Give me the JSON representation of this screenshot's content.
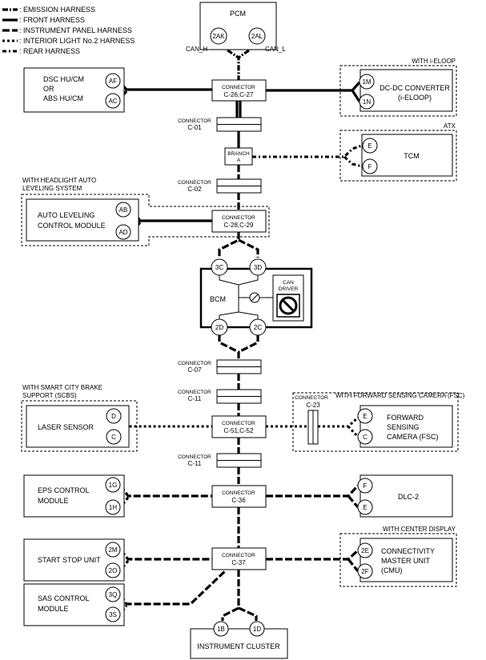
{
  "legend": [
    {
      "id": "emi",
      "label": ": EMISSION HARNESS"
    },
    {
      "id": "front",
      "label": ": FRONT HARNESS"
    },
    {
      "id": "ip",
      "label": ": INSTRUMENT PANEL HARNESS"
    },
    {
      "id": "int",
      "label": ": INTERIOR LIGHT No.2 HARNESS"
    },
    {
      "id": "rear",
      "label": ": REAR HARNESS"
    }
  ],
  "pcm": {
    "name": "PCM",
    "pin_h": "2AK",
    "pin_l": "2AL",
    "can_h": "CAN_H",
    "can_l": "CAN_L"
  },
  "dsc": {
    "line1": "DSC HU/CM",
    "line2": "OR",
    "line3": "ABS HU/CM",
    "pin1": "AF",
    "pin2": "AC"
  },
  "conn_c26": {
    "label": "CONNECTOR",
    "id": "C-26,C-27"
  },
  "dcdc": {
    "group": "WITH i-ELOOP",
    "line1": "DC-DC CONVERTER",
    "line2": "(i-ELOOP)",
    "pin1": "1M",
    "pin2": "1N"
  },
  "conn_c01": {
    "label": "CONNECTOR",
    "id": "C-01"
  },
  "branch": {
    "line1": "BRANCH",
    "line2": "A"
  },
  "tcm": {
    "group": "ATX",
    "name": "TCM",
    "pin1": "E",
    "pin2": "F"
  },
  "conn_c02": {
    "label": "CONNECTOR",
    "id": "C-02"
  },
  "auto_level": {
    "group1": "WITH HEADLIGHT AUTO",
    "group2": "LEVELING SYSTEM",
    "line1": "AUTO LEVELING",
    "line2": "CONTROL MODULE",
    "pin1": "AB",
    "pin2": "AD"
  },
  "conn_c28": {
    "label": "CONNECTOR",
    "id": "C-28,C-29"
  },
  "bcm": {
    "name": "BCM",
    "pin_tl": "3C",
    "pin_tr": "3D",
    "pin_bl": "2D",
    "pin_br": "2C",
    "driver1": "CAN",
    "driver2": "DRIVER"
  },
  "conn_c07": {
    "label": "CONNECTOR",
    "id": "C-07"
  },
  "conn_c11a": {
    "label": "CONNECTOR",
    "id": "C-11"
  },
  "laser": {
    "group1": "WITH SMART CITY BRAKE",
    "group2": "SUPPORT (SCBS)",
    "name": "LASER SENSOR",
    "pin1": "D",
    "pin2": "C"
  },
  "conn_c51": {
    "label": "CONNECTOR",
    "id": "C-51,C-52"
  },
  "conn_c23": {
    "label": "CONNECTOR",
    "id": "C-23"
  },
  "fsc": {
    "group": "WITH FORWARD SENSING CAMERA (FSC)",
    "line1": "FORWARD",
    "line2": "SENSING",
    "line3": "CAMERA (FSC)",
    "pin1": "E",
    "pin2": "C"
  },
  "conn_c11b": {
    "label": "CONNECTOR",
    "id": "C-11"
  },
  "eps": {
    "line1": "EPS CONTROL",
    "line2": "MODULE",
    "pin1": "1G",
    "pin2": "1H"
  },
  "conn_c36": {
    "label": "CONNECTOR",
    "id": "C-36"
  },
  "dlc": {
    "name": "DLC-2",
    "pin1": "F",
    "pin2": "E"
  },
  "start_stop": {
    "name": "START STOP UNIT",
    "pin1": "2M",
    "pin2": "2O"
  },
  "conn_c37": {
    "label": "CONNECTOR",
    "id": "C-37"
  },
  "cmu": {
    "group": "WITH CENTER DISPLAY",
    "line1": "CONNECTIVITY",
    "line2": "MASTER UNIT",
    "line3": "(CMU)",
    "pin1": "2E",
    "pin2": "2F"
  },
  "sas": {
    "line1": "SAS CONTROL",
    "line2": "MODULE",
    "pin1": "3Q",
    "pin2": "3S"
  },
  "cluster": {
    "name": "INSTRUMENT CLUSTER",
    "pin1": "1B",
    "pin2": "1D"
  }
}
